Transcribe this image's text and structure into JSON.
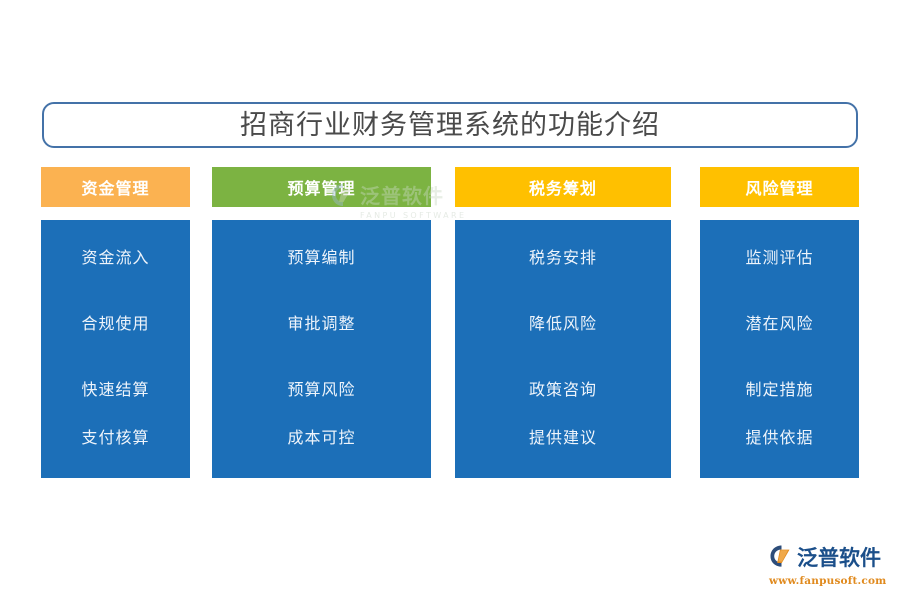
{
  "page": {
    "title": "招商行业财务管理系统的功能介绍",
    "background_color": "#ffffff",
    "title_border_color": "#4472a8",
    "body_color": "#1c6fb8"
  },
  "columns": [
    {
      "header": "资金管理",
      "header_color": "#fbb251",
      "items": [
        "资金流入",
        "合规使用",
        "快速结算",
        "支付核算"
      ]
    },
    {
      "header": "预算管理",
      "header_color": "#7cb342",
      "items": [
        "预算编制",
        "审批调整",
        "预算风险",
        "成本可控"
      ]
    },
    {
      "header": "税务筹划",
      "header_color": "#ffc000",
      "items": [
        "税务安排",
        "降低风险",
        "政策咨询",
        "提供建议"
      ]
    },
    {
      "header": "风险管理",
      "header_color": "#ffc000",
      "items": [
        "监测评估",
        "潜在风险",
        "制定措施",
        "提供依据"
      ]
    }
  ],
  "watermark": {
    "brand_cn": "泛普软件",
    "brand_en": "FANPU SOFTWARE"
  },
  "logo": {
    "brand_cn": "泛普软件",
    "url": "www.fanpusoft.com",
    "brand_color": "#1b4f8a",
    "url_color": "#e08a1e"
  }
}
